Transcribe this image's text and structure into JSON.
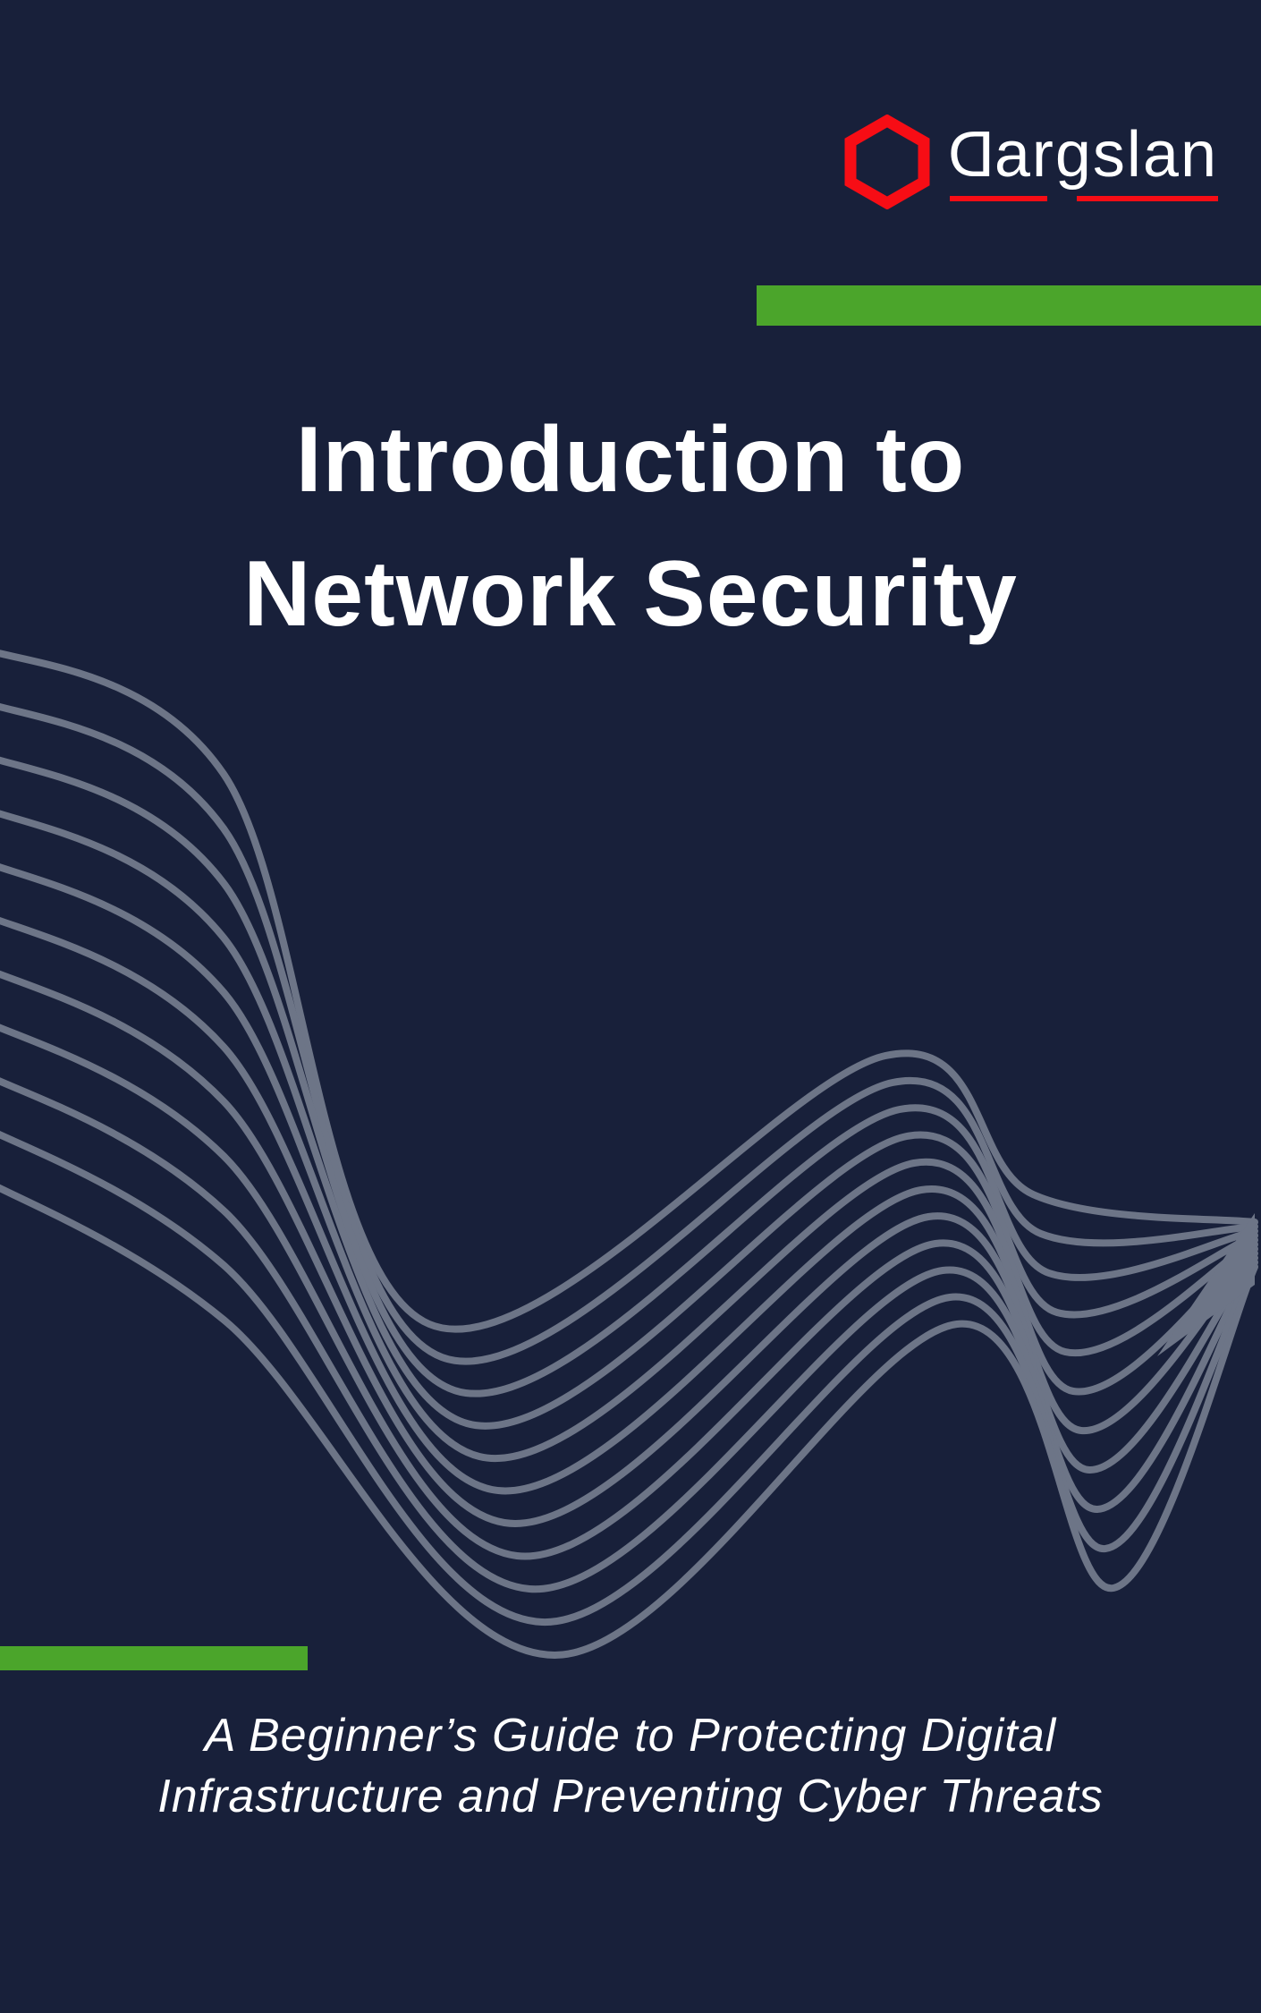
{
  "page": {
    "background": "#18203a"
  },
  "brand": {
    "name": "Dargslan",
    "first_letter": "D",
    "rest": "argslan",
    "logo_icon": "hexagon-outline",
    "red": "#f70d15",
    "text_color": "#ffffff"
  },
  "accents": {
    "green": "#4ba52b"
  },
  "title": {
    "line1": "Introduction to",
    "line2": "Network Security",
    "color": "#ffffff"
  },
  "subtitle": {
    "line1": "A Beginner’s Guide to Protecting Digital",
    "line2": "Infrastructure and Preventing Cyber Threats",
    "color": "#ffffff"
  },
  "decoration": {
    "wave_color": "#6d7587",
    "wave_count": 11
  }
}
